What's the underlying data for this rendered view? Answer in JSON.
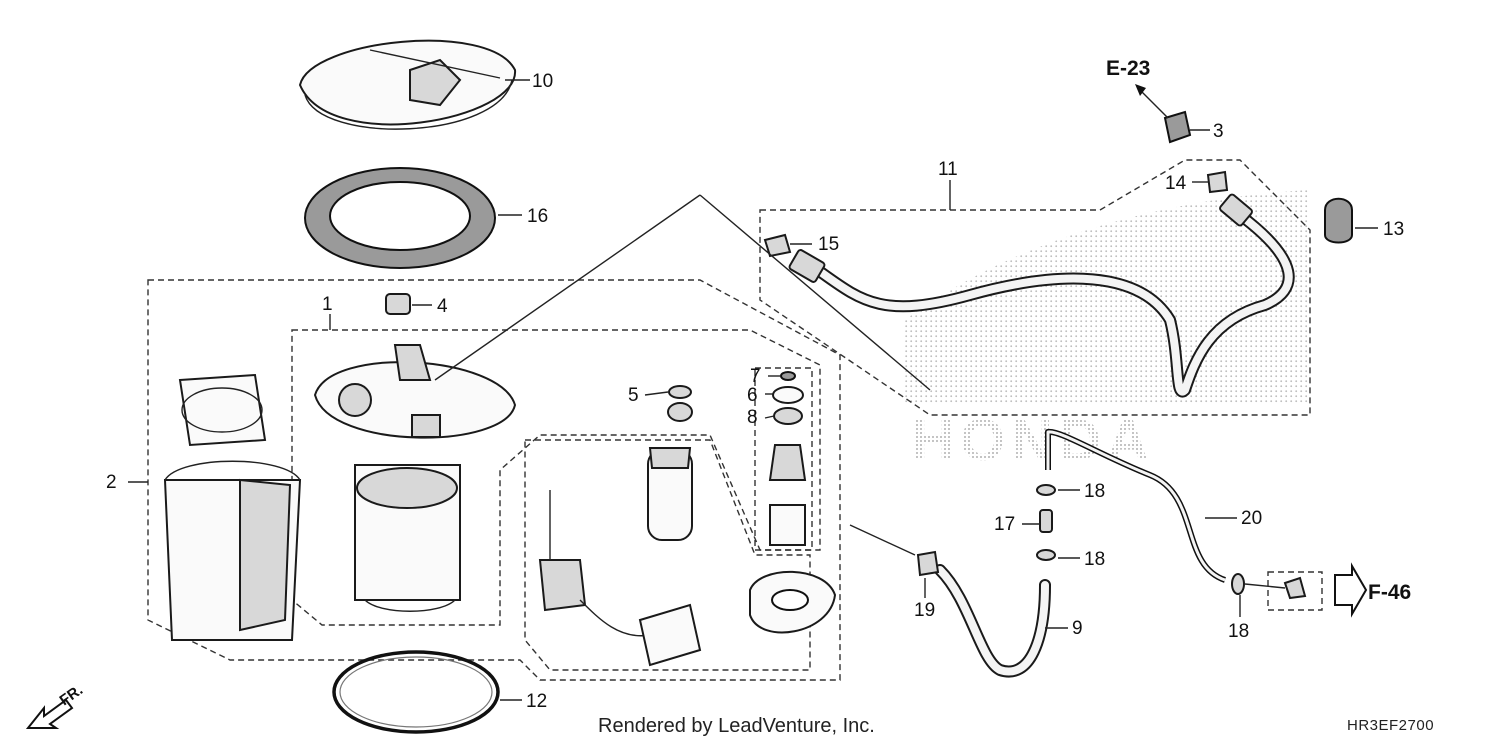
{
  "diagram": {
    "callouts": [
      "1",
      "2",
      "3",
      "4",
      "5",
      "6",
      "7",
      "8",
      "9",
      "10",
      "11",
      "12",
      "13",
      "14",
      "15",
      "16",
      "17",
      "18",
      "18",
      "18",
      "19",
      "20"
    ],
    "refs": {
      "top": "E-23",
      "right": "F-46"
    },
    "watermark": "HONDA",
    "credit": "Rendered by LeadVenture, Inc.",
    "code": "HR3EF2700",
    "direction": "FR."
  }
}
